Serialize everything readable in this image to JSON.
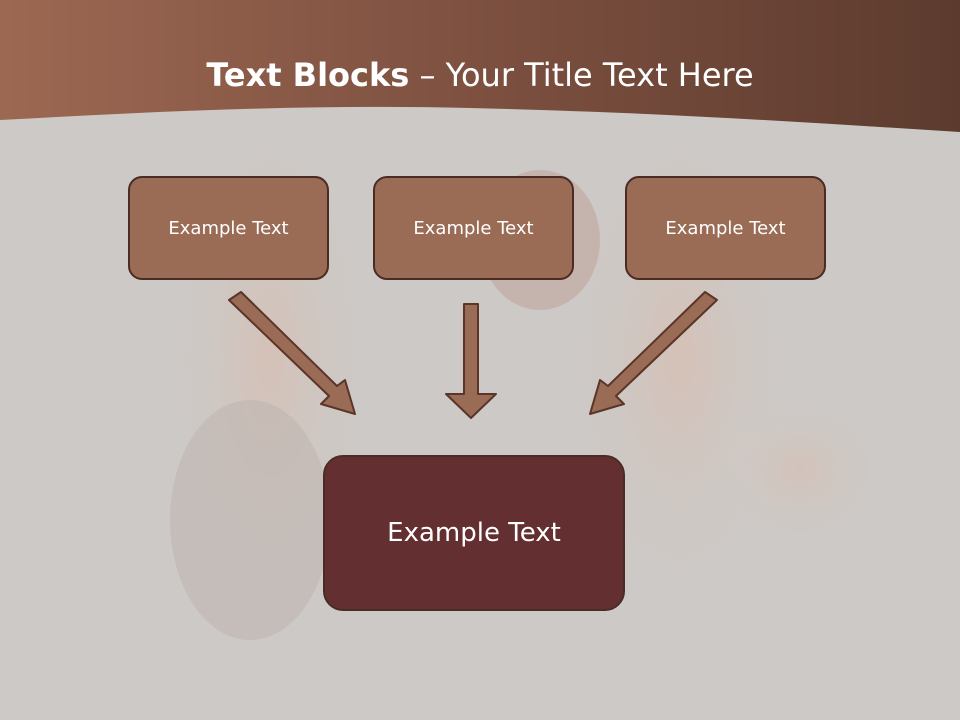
{
  "title": {
    "bold": "Text Blocks",
    "rest": " – Your Title Text Here"
  },
  "boxes": [
    {
      "label": "Example Text"
    },
    {
      "label": "Example Text"
    },
    {
      "label": "Example Text"
    }
  ],
  "main_box": {
    "label": "Example Text"
  },
  "colors": {
    "header_band": "#7a4e3c",
    "box_fill": "#9a6b55",
    "main_box_fill": "#632f31",
    "border": "#4a2c25",
    "arrow_fill": "#9a6b55",
    "background": "#cdc9c6"
  }
}
